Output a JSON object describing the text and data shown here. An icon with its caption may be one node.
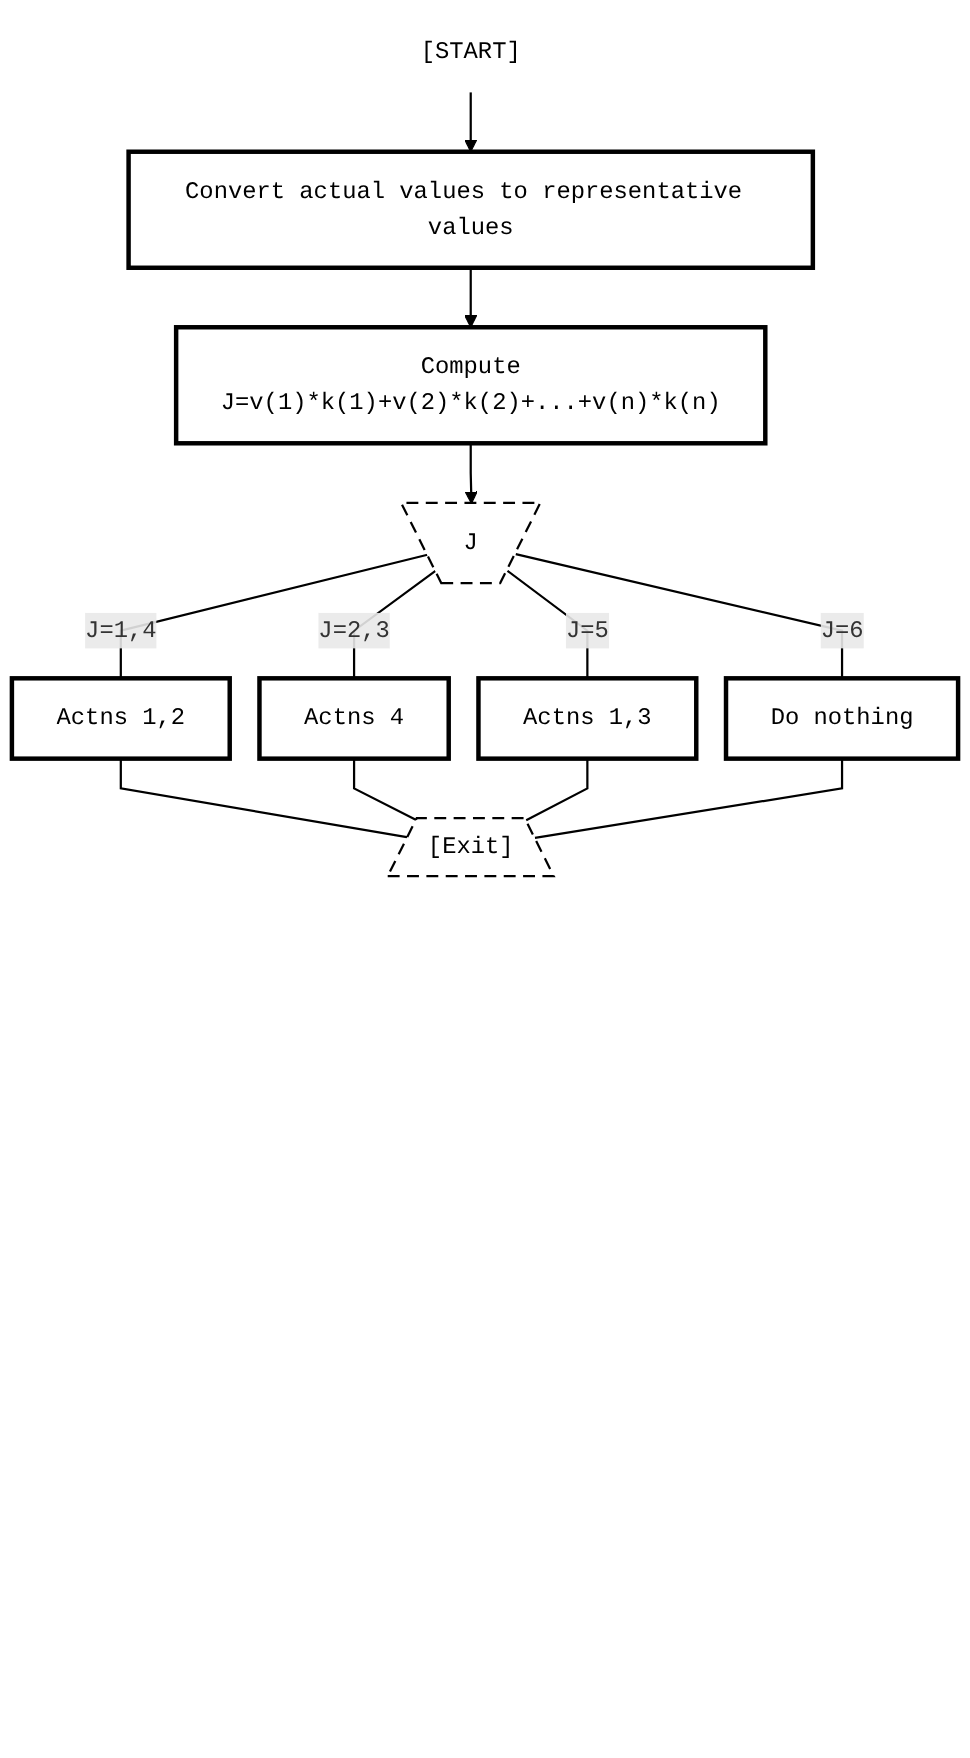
{
  "diagram": {
    "nodes": [
      {
        "text": [
          "[START]"
        ]
      },
      {
        "text": [
          "Convert actual values to representative values"
        ]
      },
      {
        "text": [
          "Compute",
          "J=v(1)*k(1)+v(2)*k(2)+...+v(n)*k(n)"
        ]
      },
      {
        "text": [
          "J"
        ]
      },
      {
        "text": [
          "Actns 1,2"
        ]
      },
      {
        "text": [
          "Actns 4"
        ]
      },
      {
        "text": [
          "Actns 1,3"
        ]
      },
      {
        "text": [
          "Do nothing"
        ]
      },
      {
        "text": [
          "[Exit]"
        ]
      }
    ],
    "edges": [
      {
        "from": 0,
        "to": 1,
        "arrow": "to"
      },
      {
        "from": 1,
        "to": 2,
        "arrow": "to"
      },
      {
        "from": 2,
        "to": 3,
        "arrow": "to"
      },
      {
        "from": 3,
        "to": 4,
        "arrow": "none",
        "label": "J=1,4"
      },
      {
        "from": 3,
        "to": 5,
        "arrow": "none",
        "label": "J=2,3"
      },
      {
        "from": 3,
        "to": 6,
        "arrow": "none",
        "label": "J=5"
      },
      {
        "from": 3,
        "to": 7,
        "arrow": "none",
        "label": "J=6"
      },
      {
        "from": 4,
        "to": 8,
        "arrow": "none"
      },
      {
        "from": 5,
        "to": 8,
        "arrow": "none"
      },
      {
        "from": 6,
        "to": 8,
        "arrow": "none"
      },
      {
        "from": 7,
        "to": 8,
        "arrow": "none"
      }
    ]
  }
}
